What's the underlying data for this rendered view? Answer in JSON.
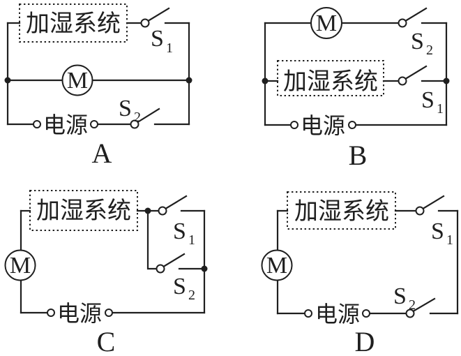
{
  "colors": {
    "ink": "#1f1f1f",
    "background": "#ffffff"
  },
  "circuits": {
    "a": {
      "option_label": "A",
      "humidifier_box_label": "加湿系统",
      "motor_label": "M",
      "power_label": "电源",
      "switch1": {
        "base": "S",
        "sub": "1"
      },
      "switch2": {
        "base": "S",
        "sub": "2"
      }
    },
    "b": {
      "option_label": "B",
      "humidifier_box_label": "加湿系统",
      "motor_label": "M",
      "power_label": "电源",
      "switch1": {
        "base": "S",
        "sub": "1"
      },
      "switch2": {
        "base": "S",
        "sub": "2"
      }
    },
    "c": {
      "option_label": "C",
      "humidifier_box_label": "加湿系统",
      "motor_label": "M",
      "power_label": "电源",
      "switch1": {
        "base": "S",
        "sub": "1"
      },
      "switch2": {
        "base": "S",
        "sub": "2"
      }
    },
    "d": {
      "option_label": "D",
      "humidifier_box_label": "加湿系统",
      "motor_label": "M",
      "power_label": "电源",
      "switch1": {
        "base": "S",
        "sub": "1"
      },
      "switch2": {
        "base": "S",
        "sub": "2"
      }
    }
  }
}
